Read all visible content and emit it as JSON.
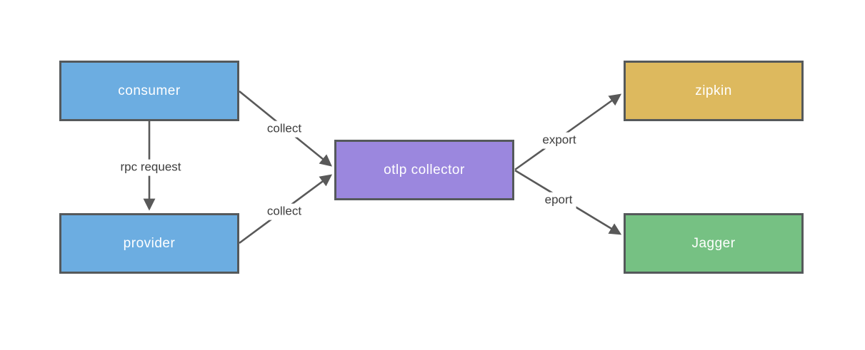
{
  "diagram": {
    "type": "flowchart",
    "background": "#ffffff",
    "colors": {
      "node_border": "#55595b",
      "node_text": "#ffffff",
      "edge_line": "#595959",
      "edge_label_text": "#3d3d3d",
      "blue_node_fill": "#6cade1",
      "purple_node_fill": "#9b87de",
      "yellow_node_fill": "#ddb95e",
      "green_node_fill": "#76c183"
    },
    "nodes": [
      {
        "id": "consumer",
        "label": "consumer",
        "fill": "#6cade1"
      },
      {
        "id": "provider",
        "label": "provider",
        "fill": "#6cade1"
      },
      {
        "id": "otlp-collector",
        "label": "otlp collector",
        "fill": "#9b87de"
      },
      {
        "id": "zipkin",
        "label": "zipkin",
        "fill": "#ddb95e"
      },
      {
        "id": "jagger",
        "label": "Jagger",
        "fill": "#76c183"
      }
    ],
    "edges": [
      {
        "from": "consumer",
        "to": "provider",
        "label": "rpc request"
      },
      {
        "from": "consumer",
        "to": "otlp-collector",
        "label": "collect"
      },
      {
        "from": "provider",
        "to": "otlp-collector",
        "label": "collect"
      },
      {
        "from": "otlp-collector",
        "to": "zipkin",
        "label": "export"
      },
      {
        "from": "otlp-collector",
        "to": "jagger",
        "label": "eport"
      }
    ]
  }
}
